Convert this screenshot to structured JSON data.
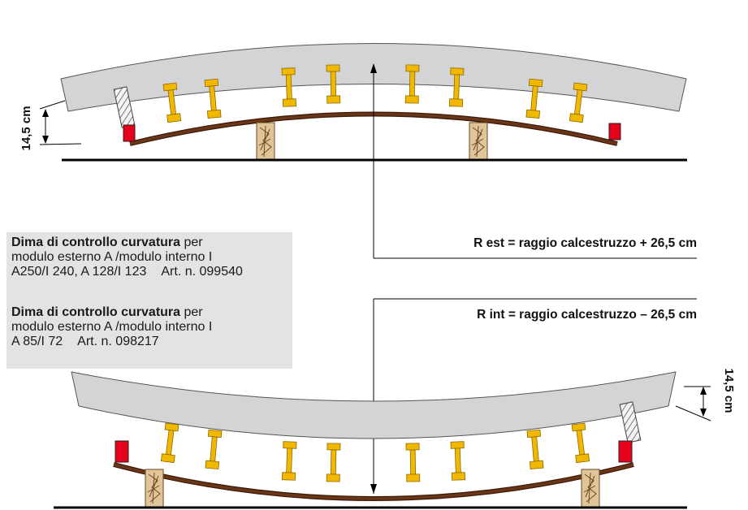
{
  "labels": {
    "r_est": "R est = raggio calcestruzzo + 26,5 cm",
    "r_int": "R int = raggio calcestruzzo – 26,5 cm",
    "dim_top": "14,5 cm",
    "dim_bottom": "14,5 cm"
  },
  "info": {
    "items": [
      {
        "title": "Dima di controllo curvatura",
        "rest": " per",
        "line2": "modulo esterno A /modulo interno I",
        "line3": "A250/I 240, A 128/I 123",
        "art": "Art. n. 099540"
      },
      {
        "title": "Dima di controllo curvatura",
        "rest": " per",
        "line2": "modulo esterno A /modulo interno I",
        "line3": "A 85/I 72",
        "art": "Art. n. 098217"
      }
    ]
  },
  "colors": {
    "concrete": "#d4d4d6",
    "formwork_beam": "#f2b800",
    "skin": "#6b3518",
    "clamp": "#e60019",
    "timber": "#e0c49a",
    "info_box": "#e3e3e4"
  }
}
